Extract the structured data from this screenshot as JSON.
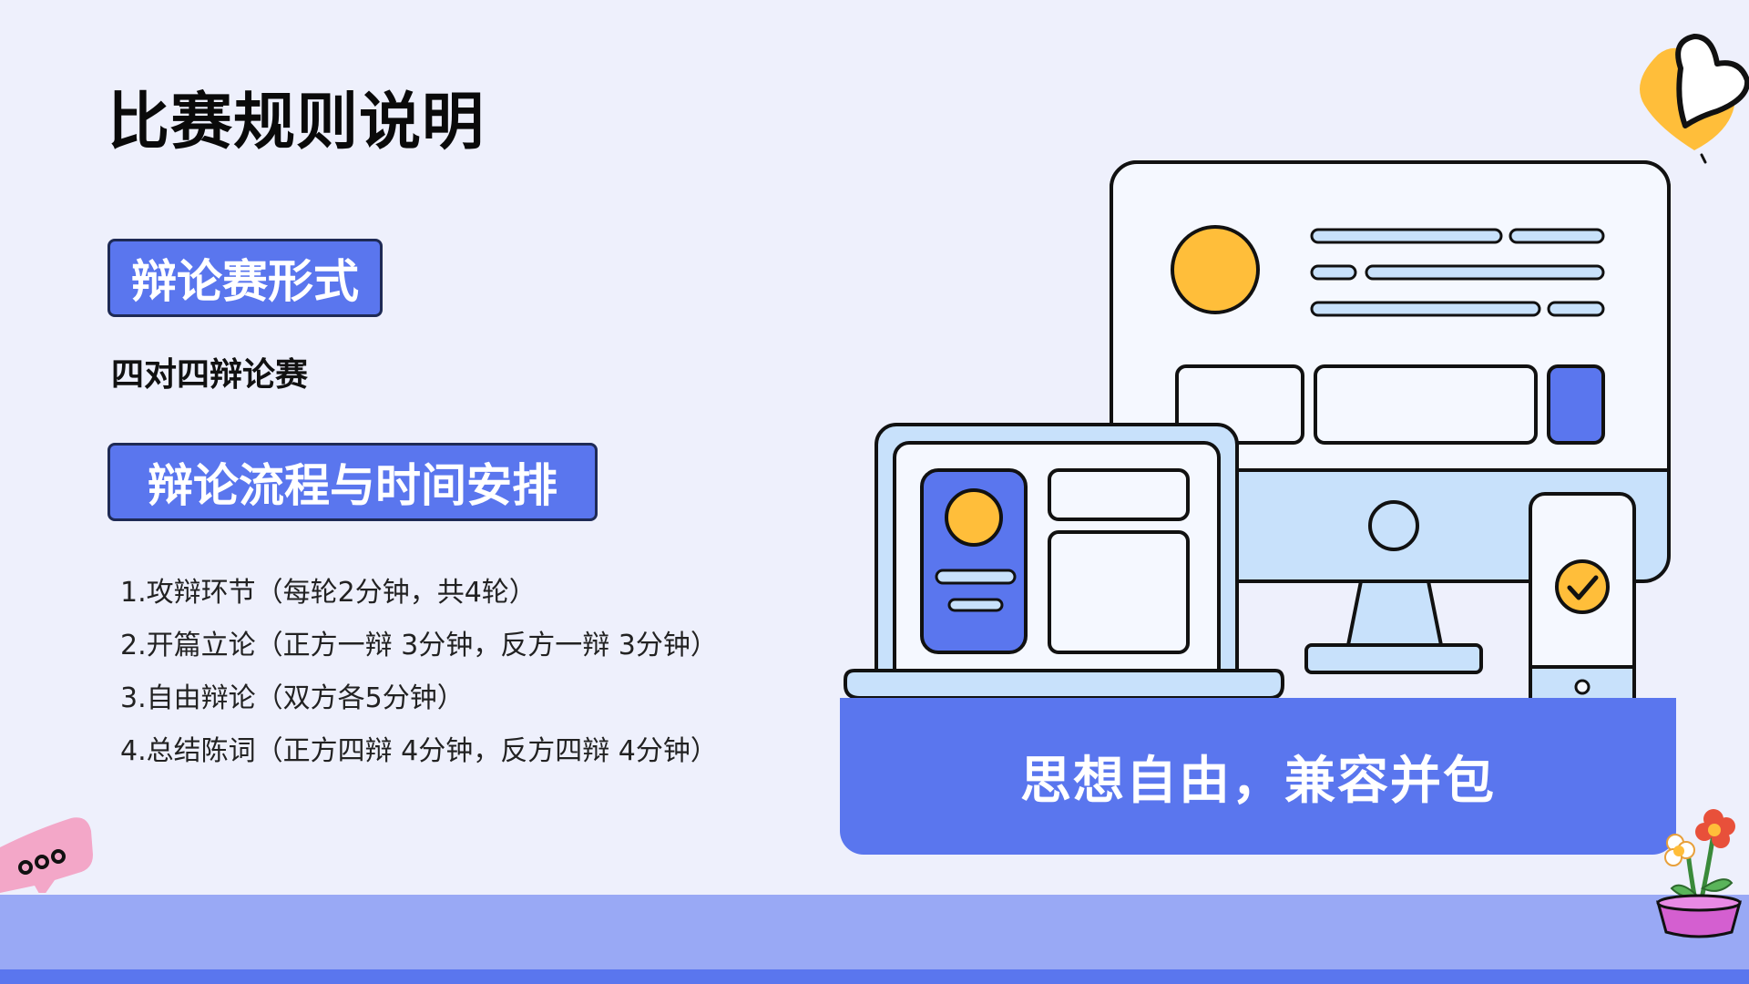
{
  "slide": {
    "title": "比赛规则说明",
    "format_heading": "辩论赛形式",
    "format_value": "四对四辩论赛",
    "schedule_heading": "辩论流程与时间安排",
    "schedule_items": [
      "1.攻辩环节（每轮2分钟，共4轮）",
      "2.开篇立论（正方一辩 3分钟，反方一辩 3分钟）",
      "3.自由辩论（双方各5分钟）",
      "4.总结陈词（正方四辩 4分钟，反方四辩 4分钟）"
    ],
    "slogan": "思想自由，兼容并包"
  },
  "colors": {
    "background": "#eef0fc",
    "accent_blue": "#5a76ee",
    "light_blue": "#99a9f5",
    "pale_blue": "#c8e1fb",
    "yellow": "#ffbe3a",
    "outline": "#111111"
  },
  "icons": {
    "heart": "heart-icon",
    "chat_bubble": "chat-bubble-icon",
    "plant": "potted-plant-icon",
    "check": "check-icon"
  }
}
